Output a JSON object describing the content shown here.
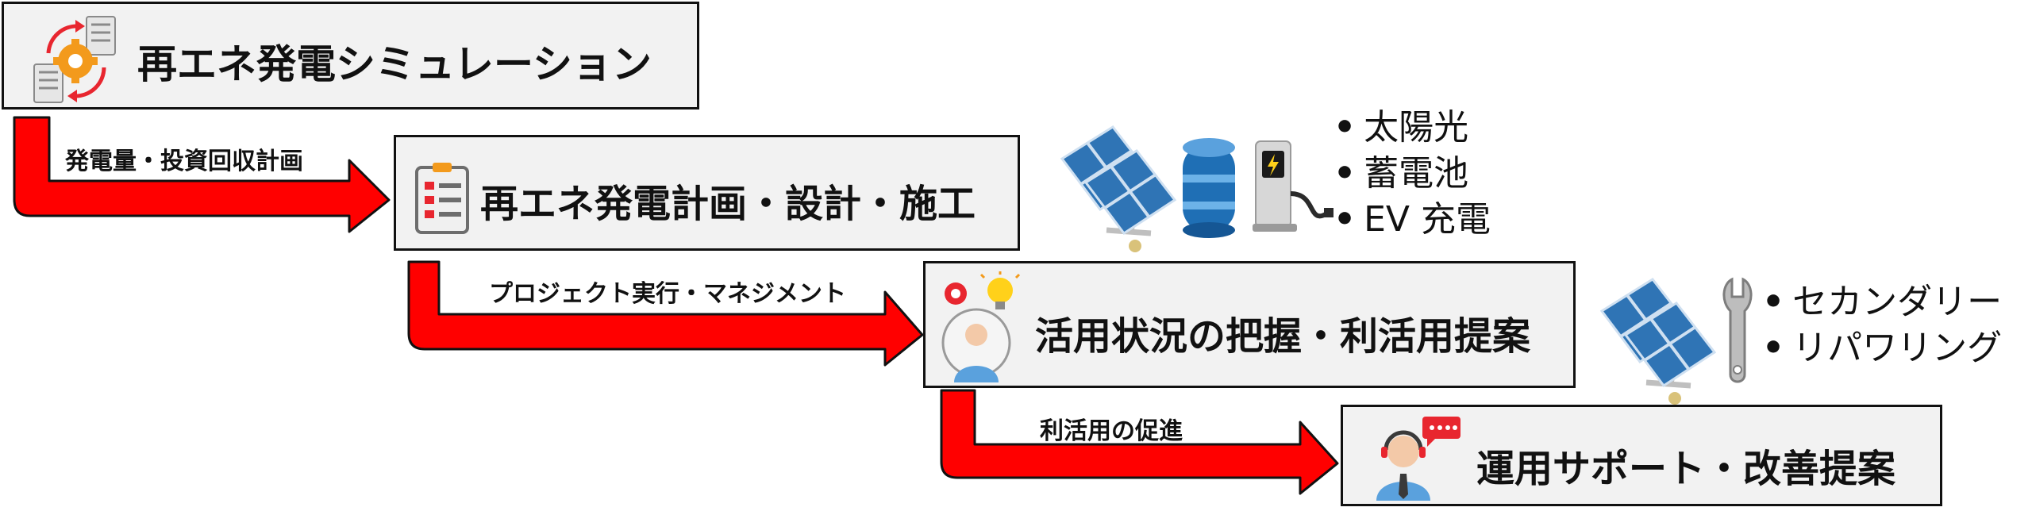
{
  "stages": [
    {
      "title": "再エネ発電シミュレーション",
      "icon": "simulation-icon"
    },
    {
      "title": "再エネ発電計画・設計・施工",
      "icon": "checklist-icon"
    },
    {
      "title": "活用状況の把握・利活用提案",
      "icon": "idea-person-icon"
    },
    {
      "title": "運用サポート・改善提案",
      "icon": "operator-headset-icon"
    }
  ],
  "arrows": [
    {
      "label": "発電量・投資回収計画"
    },
    {
      "label": "プロジェクト実行・マネジメント"
    },
    {
      "label": "利活用の促進"
    }
  ],
  "group1": {
    "icons": [
      "solar-panel-icon",
      "battery-icon",
      "ev-charger-icon"
    ],
    "bullets": [
      "太陽光",
      "蓄電池",
      "EV 充電"
    ]
  },
  "group2": {
    "icons": [
      "solar-panel-icon",
      "wrench-icon"
    ],
    "bullets": [
      "セカンダリー",
      "リパワリング"
    ]
  },
  "colors": {
    "arrow_fill": "#ff0000",
    "box_fill": "#f2f2f2",
    "border": "#111111",
    "solar_blue": "#2f74b5",
    "accent_red": "#e8262f",
    "accent_orange": "#f39a1c"
  }
}
